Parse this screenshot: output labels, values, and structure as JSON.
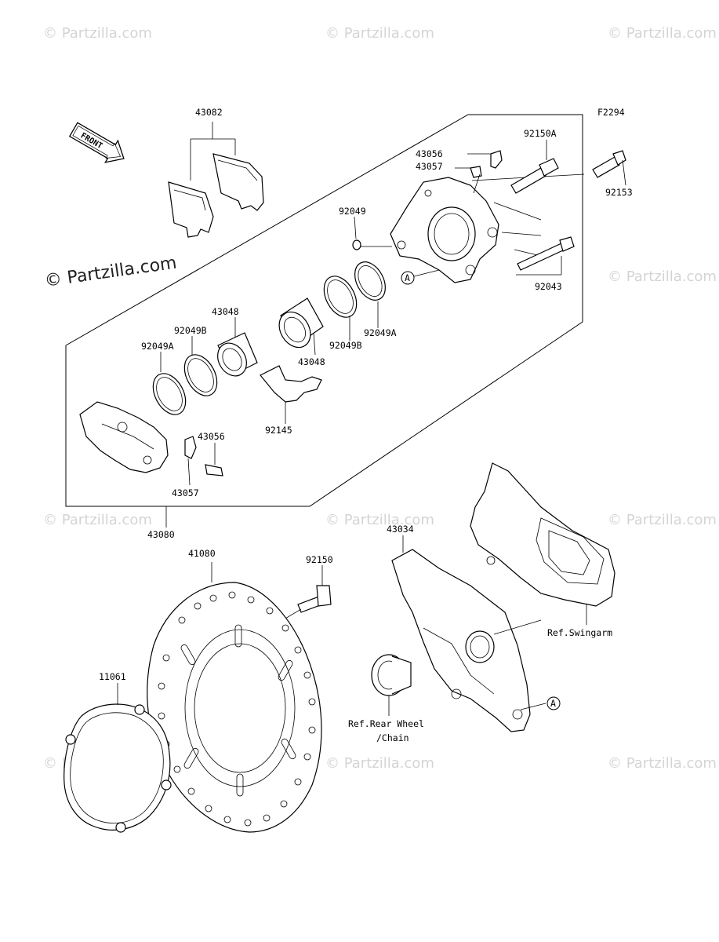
{
  "diagram": {
    "figure_code": "F2294",
    "front_arrow_label": "FRONT",
    "watermark_main": "© Partzilla.com",
    "watermark_faint": "© Partzilla.com",
    "callout_marker": "A",
    "parts": {
      "p43082": "43082",
      "p43056_top": "43056",
      "p43057_top": "43057",
      "p92150A": "92150A",
      "p92153": "92153",
      "p92049": "92049",
      "p92043": "92043",
      "p92049A_right": "92049A",
      "p92049B_right": "92049B",
      "p43048_right": "43048",
      "p43048_left": "43048",
      "p92049B_left": "92049B",
      "p92049A_left": "92049A",
      "p92145": "92145",
      "p43056_bottom": "43056",
      "p43057_bottom": "43057",
      "p43080": "43080",
      "p41080": "41080",
      "p92150": "92150",
      "p43034": "43034",
      "p11061": "11061"
    },
    "references": {
      "swingarm": "Ref.Swingarm",
      "rear_wheel_line1": "Ref.Rear Wheel",
      "rear_wheel_line2": "/Chain"
    }
  }
}
